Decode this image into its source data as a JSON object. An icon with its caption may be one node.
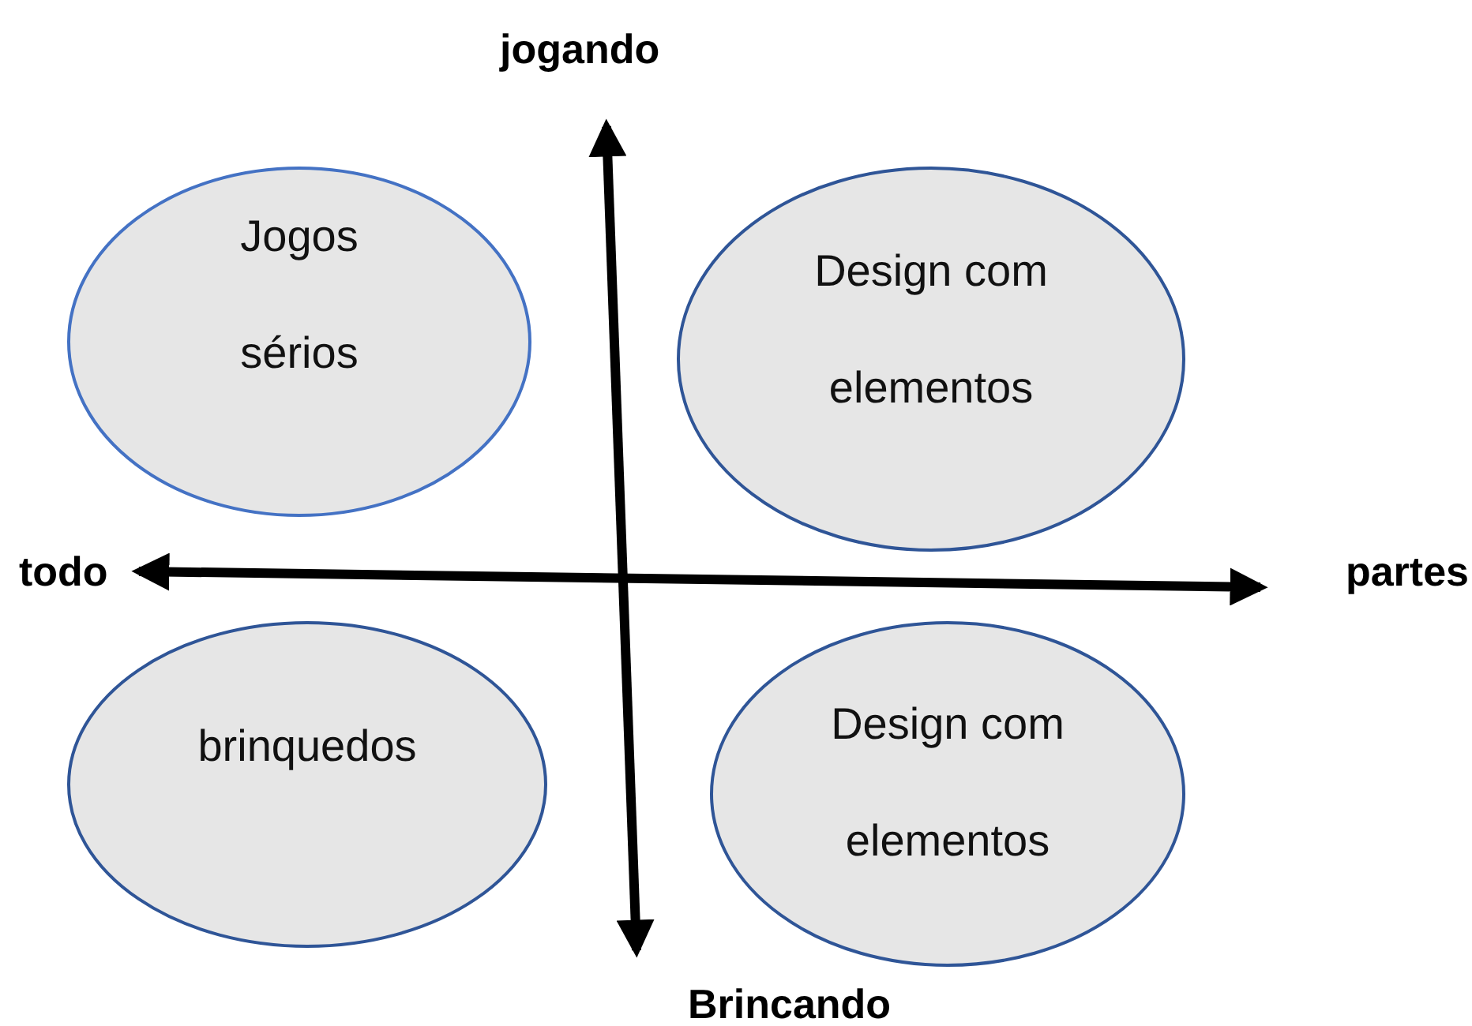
{
  "diagram": {
    "nodes": [
      {
        "text": [
          "Jogos sérios"
        ]
      },
      {
        "text": [
          "Design com elementos"
        ]
      },
      {
        "text": [
          "brinquedos"
        ]
      },
      {
        "text": [
          "Design com elementos"
        ]
      }
    ],
    "labels": [
      "jogando",
      "todo",
      "partes",
      "Brincando"
    ]
  }
}
